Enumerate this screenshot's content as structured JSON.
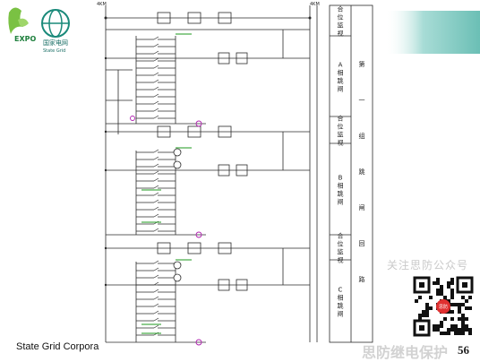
{
  "footer": {
    "company_text": "State Grid Corpora",
    "page_number": "56"
  },
  "logo": {
    "expo_text": "EXPO",
    "sgcc_cn": "国家电网",
    "sgcc_en": "State Grid"
  },
  "watermark": {
    "account_text": "关注思防公众号",
    "brand_text": "思防继电保护"
  },
  "qr": {
    "badge_text": "思防"
  },
  "diagram": {
    "top_left_label": "4KM",
    "top_right_label": "4KM",
    "right_column": {
      "labels": [
        "合位监视",
        "A相跳闸",
        "合位监视",
        "B相跳闸",
        "合位监视",
        "C相跳闸"
      ],
      "side_text": "第一组跳闸回路"
    },
    "colors": {
      "line": "#2a2a2a",
      "green": "#1e9a1e",
      "magenta": "#b01fb0"
    }
  }
}
